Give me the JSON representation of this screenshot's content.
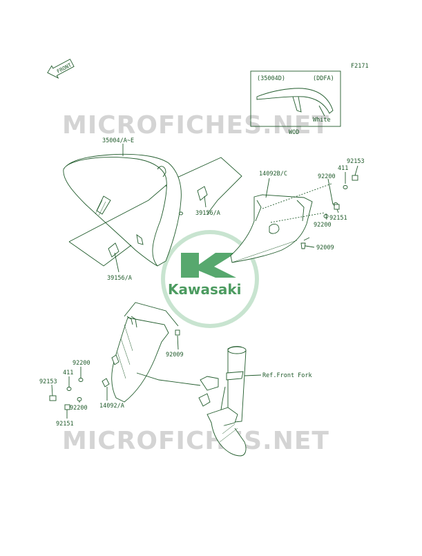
{
  "diagram": {
    "code": "F2171",
    "front_label": "FRONT",
    "watermark_text": "MICROFICHES.NET",
    "logo_text": "Kawasaki",
    "logo_color": "#2d8a45",
    "line_color": "#1f5a2a",
    "inset": {
      "part_code": "(35004D)",
      "color_code": "(DDFA)",
      "color_name": "White",
      "footer": "WOD"
    },
    "labels": {
      "p35004": "35004/A~E",
      "p39156_upper": "39156/A",
      "p39156_lower": "39156/A",
      "p14092BC": "14092B/C",
      "p92200_r1": "92200",
      "p411_r": "411",
      "p92153_r": "92153",
      "p92200_r2": "92200",
      "p92151_r": "92151",
      "p92009_r": "92009",
      "p92009_c": "92009",
      "ref_fork": "Ref.Front Fork",
      "p92200_l1": "92200",
      "p411_l": "411",
      "p92153_l": "92153",
      "p14092A": "14092/A",
      "p92200_l2": "92200",
      "p92151_l": "92151"
    }
  }
}
